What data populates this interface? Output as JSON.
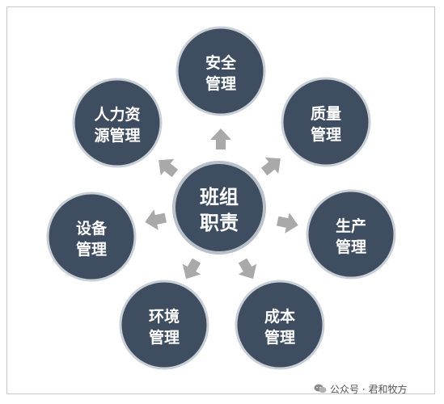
{
  "center": {
    "line1": "班组",
    "line2": "职责"
  },
  "nodes": [
    {
      "id": "safety",
      "line1": "安全",
      "line2": "管理"
    },
    {
      "id": "quality",
      "line1": "质量",
      "line2": "管理"
    },
    {
      "id": "production",
      "line1": "生产",
      "line2": "管理"
    },
    {
      "id": "cost",
      "line1": "成本",
      "line2": "管理"
    },
    {
      "id": "environment",
      "line1": "环境",
      "line2": "管理"
    },
    {
      "id": "equipment",
      "line1": "设备",
      "line2": "管理"
    },
    {
      "id": "hr",
      "line1": "人力资",
      "line2": "源管理"
    }
  ],
  "watermark": {
    "text": "公众号 · 君和牧方",
    "icon": "wechat-icon"
  },
  "colors": {
    "node_fill": "#3f4d61",
    "arrow": "#a9a9a9"
  }
}
